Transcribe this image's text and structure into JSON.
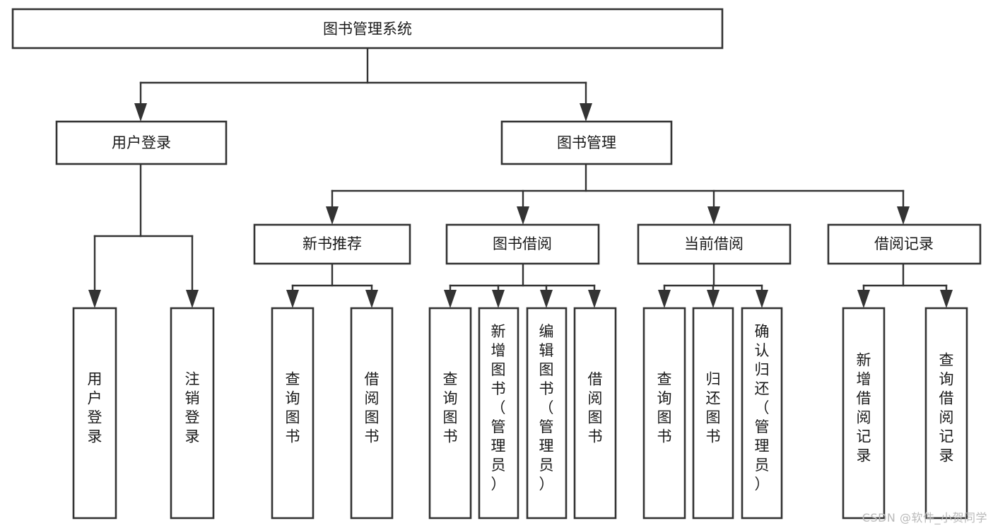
{
  "diagram": {
    "type": "tree-hierarchy-chart",
    "title": "图书管理系统",
    "watermark": "CSDN @软件_小贺同学",
    "colors": {
      "background": "#ffffff",
      "stroke": "#333333",
      "node_fill": "#ffffff",
      "text": "#1a1a1a",
      "watermark": "#b9b9b9"
    },
    "nodes": {
      "root": {
        "label": "图书管理系统",
        "level": 0,
        "orientation": "horizontal"
      },
      "l1": [
        {
          "id": "user-login",
          "label": "用户登录",
          "level": 1,
          "orientation": "horizontal"
        },
        {
          "id": "book-manage",
          "label": "图书管理",
          "level": 1,
          "orientation": "horizontal"
        }
      ],
      "l2": [
        {
          "id": "new-book-rec",
          "label": "新书推荐",
          "level": 2,
          "orientation": "horizontal"
        },
        {
          "id": "book-borrow",
          "label": "图书借阅",
          "level": 2,
          "orientation": "horizontal"
        },
        {
          "id": "current-borrow",
          "label": "当前借阅",
          "level": 2,
          "orientation": "horizontal"
        },
        {
          "id": "borrow-record",
          "label": "借阅记录",
          "level": 2,
          "orientation": "horizontal"
        }
      ],
      "leaves": [
        {
          "id": "leaf-user-login",
          "label": "用户登录",
          "parent": "user-login",
          "orientation": "vertical"
        },
        {
          "id": "leaf-user-logout",
          "label": "注销登录",
          "parent": "user-login",
          "orientation": "vertical"
        },
        {
          "id": "leaf-query-book-1",
          "label": "查询图书",
          "parent": "new-book-rec",
          "orientation": "vertical"
        },
        {
          "id": "leaf-borrow-book-1",
          "label": "借阅图书",
          "parent": "new-book-rec",
          "orientation": "vertical"
        },
        {
          "id": "leaf-query-book-2",
          "label": "查询图书",
          "parent": "book-borrow",
          "orientation": "vertical"
        },
        {
          "id": "leaf-add-book",
          "label": "新增图书（管理员）",
          "parent": "book-borrow",
          "orientation": "vertical"
        },
        {
          "id": "leaf-edit-book",
          "label": "编辑图书（管理员）",
          "parent": "book-borrow",
          "orientation": "vertical"
        },
        {
          "id": "leaf-borrow-book-2",
          "label": "借阅图书",
          "parent": "book-borrow",
          "orientation": "vertical"
        },
        {
          "id": "leaf-query-book-3",
          "label": "查询图书",
          "parent": "current-borrow",
          "orientation": "vertical"
        },
        {
          "id": "leaf-return-book",
          "label": "归还图书",
          "parent": "current-borrow",
          "orientation": "vertical"
        },
        {
          "id": "leaf-confirm-return",
          "label": "确认归还（管理员）",
          "parent": "current-borrow",
          "orientation": "vertical"
        },
        {
          "id": "leaf-add-record",
          "label": "新增借阅记录",
          "parent": "borrow-record",
          "orientation": "vertical"
        },
        {
          "id": "leaf-query-record",
          "label": "查询借阅记录",
          "parent": "borrow-record",
          "orientation": "vertical"
        }
      ]
    },
    "edges": [
      {
        "from": "图书管理系统",
        "to": "用户登录"
      },
      {
        "from": "图书管理系统",
        "to": "图书管理"
      },
      {
        "from": "用户登录",
        "to": "用户登录"
      },
      {
        "from": "用户登录",
        "to": "注销登录"
      },
      {
        "from": "图书管理",
        "to": "新书推荐"
      },
      {
        "from": "图书管理",
        "to": "图书借阅"
      },
      {
        "from": "图书管理",
        "to": "当前借阅"
      },
      {
        "from": "图书管理",
        "to": "借阅记录"
      },
      {
        "from": "新书推荐",
        "to": "查询图书"
      },
      {
        "from": "新书推荐",
        "to": "借阅图书"
      },
      {
        "from": "图书借阅",
        "to": "查询图书"
      },
      {
        "from": "图书借阅",
        "to": "新增图书（管理员）"
      },
      {
        "from": "图书借阅",
        "to": "编辑图书（管理员）"
      },
      {
        "from": "图书借阅",
        "to": "借阅图书"
      },
      {
        "from": "当前借阅",
        "to": "查询图书"
      },
      {
        "from": "当前借阅",
        "to": "归还图书"
      },
      {
        "from": "当前借阅",
        "to": "确认归还（管理员）"
      },
      {
        "from": "借阅记录",
        "to": "新增借阅记录"
      },
      {
        "from": "借阅记录",
        "to": "查询借阅记录"
      }
    ]
  }
}
